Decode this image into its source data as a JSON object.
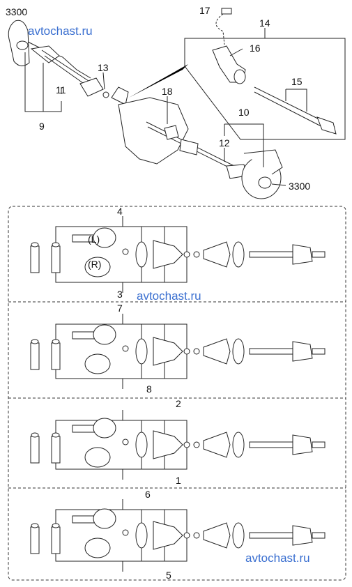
{
  "watermark": "avtochast.ru",
  "callouts": {
    "top_left_code": "3300",
    "right_code": "3300",
    "n17": "17",
    "n14": "14",
    "n16": "16",
    "n13": "13",
    "n11": "11",
    "n9": "9",
    "n18": "18",
    "n15": "15",
    "n10": "10",
    "n12": "12"
  },
  "panels": [
    {
      "top": "4",
      "bottom": "3",
      "left_tag": "(L)",
      "right_tag": "(R)"
    },
    {
      "top": "7",
      "bottom": "8"
    },
    {
      "top": "2",
      "bottom": "1"
    },
    {
      "top": "6",
      "bottom": "5"
    }
  ]
}
